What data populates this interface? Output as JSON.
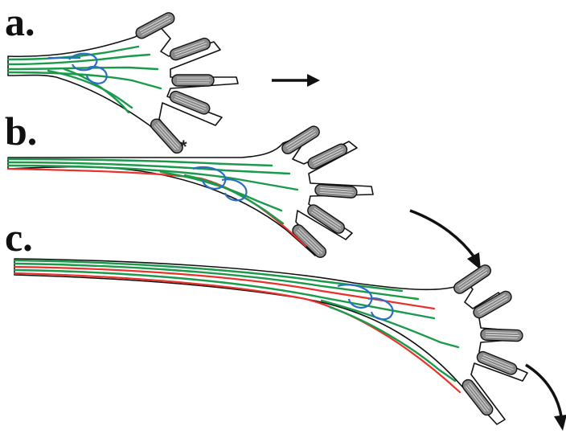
{
  "panels": [
    {
      "label": "a."
    },
    {
      "label": "b."
    },
    {
      "label": "c."
    }
  ],
  "marker": "*",
  "colors": {
    "microtubule": "#1a9a4a",
    "stable_microtubule": "#e8322c",
    "loop": "#2a6fc4",
    "actin": "#8a8a8a",
    "outline": "#111111"
  }
}
